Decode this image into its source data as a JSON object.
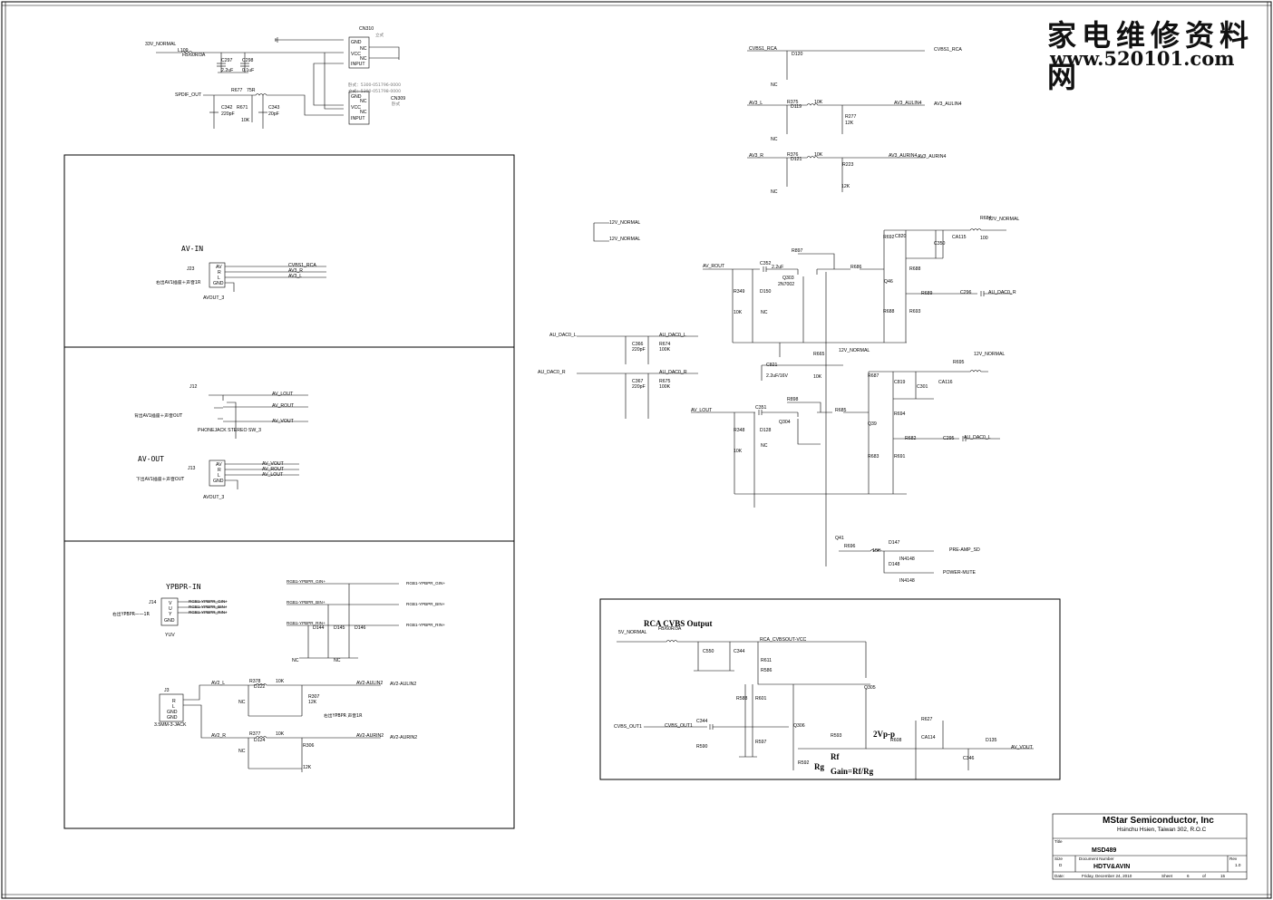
{
  "watermark": {
    "title": "家电维修资料网",
    "url": "www.520101.com"
  },
  "labels": {
    "v33": "33V_NORMAL",
    "l109": "L109",
    "fb": "FB/60R/3A",
    "c297": "C297",
    "c298": "C298",
    "c297v": "2.2uF",
    "c298v": "0.1uF",
    "spdif": "SPDIF_OUT",
    "r677": "R677",
    "r677v": "75R",
    "c342": "C342",
    "c342v": "220pF",
    "r671": "R671",
    "r671v": "10K",
    "c343": "C343",
    "c343v": "20pF",
    "cn310": "CN310",
    "cn309": "CN309",
    "gnd": "GND",
    "nc": "NC",
    "vcc": "VCC",
    "input": "INPUT",
    "cn_note1": "卧式：5300-051796-0000",
    "cn_note2": "立式：5300-051798-0000",
    "cn_note3": "立式",
    "cn_note4": "卧式",
    "avin": "AV-IN",
    "j23": "J23",
    "av": "AV",
    "r": "R",
    "l": "L",
    "cvbs1": "CVBS1_RCA",
    "av3r": "AV3_R",
    "av3l": "AV3_L",
    "avout3": "AVOUT_3",
    "avin_note": "右出AV1插座＋声音1R",
    "j12": "J12",
    "avlout": "AV_LOUT",
    "avrout": "AV_ROUT",
    "avvout": "AV_VOUT",
    "phone": "PHONEJACK STEREO SW_3",
    "j12_note": "背出AV1插座＋声音OUT",
    "avout": "AV-OUT",
    "j13": "J13",
    "avout_note": "下出AV1插座＋声音OUT",
    "ypbpr": "YPBPR-IN",
    "j14": "J14",
    "yuv": "YUV",
    "y": "Y",
    "u": "U",
    "v": "V",
    "ypbpr_note": "右出YPBPR一一1R",
    "rgbg": "RGB1-YPBPR_GIN+",
    "rgbb": "RGB1-YPBPR_BIN+",
    "rgbr": "RGB1-YPBPR_RIN+",
    "d144": "D144",
    "d145": "D145",
    "d146": "D146",
    "j3": "J3",
    "jack": "3.5MM-3-JACK",
    "av2l": "AV2_L",
    "av2r": "AV2_R",
    "r378": "R378",
    "r377": "R377",
    "d122": "D122",
    "d124": "D124",
    "r307": "R307",
    "r306": "R306",
    "k10": "10K",
    "k12": "12K",
    "av2ain2": "AV2-AULIN2",
    "av2ain2b": "AV2-AURIN2",
    "j3_note": "右出YPBPR 声音1R",
    "cvbs1rca": "CVBS1_RCA",
    "d120": "D120",
    "av3l2": "AV3_L",
    "r375": "R375",
    "d119": "D119",
    "r277": "R277",
    "av3ain4": "AV3_AULIN4",
    "av3r2": "AV3_R",
    "r376": "R376",
    "d121": "D121",
    "r223": "R223",
    "av3ain4b": "AV3_AURIN4",
    "v12": "12V_NORMAL",
    "r684": "R684",
    "r684v": "100",
    "avrout2": "AV_ROUT",
    "c352": "C352",
    "c352v": "2.2uF",
    "r897": "R897",
    "q303": "Q303",
    "q303v": "2N7002",
    "r349": "R349",
    "d150": "D150",
    "r686": "R686",
    "r692": "R692",
    "c820": "C820",
    "c350": "C350",
    "ca115": "CA115",
    "q46": "Q46",
    "r688": "R688",
    "r689": "R689",
    "r693": "R693",
    "c296": "C296",
    "audac0l": "AU_DAC0_L",
    "audac0r": "AU_DAC0_R",
    "c366": "C366",
    "c367": "C367",
    "r674": "R674",
    "r675": "R675",
    "pf220": "220pF",
    "k100": "100K",
    "r665": "R665",
    "c821": "C821",
    "c821v": "2.2uF/16V",
    "r695": "R695",
    "r687": "R687",
    "c819": "C819",
    "c301": "C301",
    "ca116": "CA116",
    "avlout2": "AV_LOUT",
    "c351": "C351",
    "r898": "R898",
    "q304": "Q304",
    "r348": "R348",
    "d128": "D128",
    "r685": "R685",
    "q39": "Q39",
    "r694": "R694",
    "r682": "R682",
    "r683": "R683",
    "r691": "R691",
    "c295": "C295",
    "q41": "Q41",
    "r696": "R696",
    "d147": "D147",
    "d148": "D148",
    "in4148": "IN4148",
    "preamp": "PRE-AMP_SD",
    "powermute": "POWER-MUTE",
    "rca_title": "RCA CVBS Output",
    "v5": "5V_NORMAL",
    "c550": "C550",
    "c344": "C344",
    "rcavcc": "RCA_CVBSOUT-VCC",
    "r611": "R611",
    "r586": "R586",
    "cvbsout1": "CVBS_OUT1",
    "r590": "R590",
    "r588": "R588",
    "r601": "R601",
    "q306": "Q306",
    "r597": "R597",
    "r592": "R592",
    "r593": "R593",
    "r608": "R608",
    "q305": "Q305",
    "r627": "R627",
    "ca114": "CA114",
    "c346": "C346",
    "d135": "D135",
    "avvout2": "AV_VOUT",
    "vpp": "2Vp-p",
    "rf": "Rf",
    "rg": "Rg",
    "gain": "Gain=Rf/Rg"
  },
  "title_block": {
    "company": "MStar Semiconductor, Inc",
    "address": "Hsinchu Hsien, Taiwan 302, R.O.C",
    "title_label": "Title",
    "title": "MSD489",
    "size_label": "Size",
    "size": "D",
    "docnum_label": "Document Number",
    "docnum": "HDTV&AVIN",
    "rev_label": "Rev",
    "rev": "1.0",
    "date_label": "Date:",
    "date": "Friday, December 24, 2010",
    "sheet_label": "Sheet",
    "sheet": "6",
    "of_label": "of",
    "of": "15"
  }
}
